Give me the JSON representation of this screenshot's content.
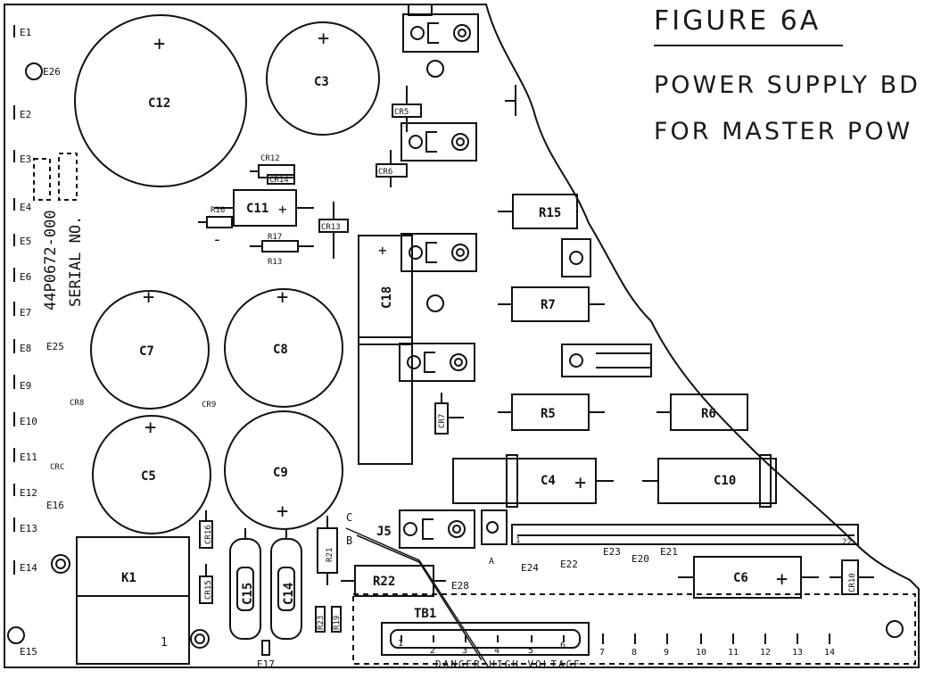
{
  "figure": {
    "title": "FIGURE 6A",
    "subtitle_line1": "POWER SUPPLY BD",
    "subtitle_line2": "FOR MASTER POW"
  },
  "board": {
    "part_number": "44P0672-000",
    "serial_label": "SERIAL NO.",
    "warning": "DANGER HIGH VOLTAGE"
  },
  "edge_terminals": [
    "E1",
    "E2",
    "E3",
    "E4",
    "E5",
    "E6",
    "E7",
    "E8",
    "E9",
    "E10",
    "E11",
    "E12",
    "E13",
    "E14"
  ],
  "terminal_labels": {
    "e15": "E15",
    "e16": "E16",
    "e17": "E17",
    "e21": "E21",
    "e22": "E22",
    "e24": "E24",
    "e25": "E25",
    "e26": "E26",
    "e20": "E20",
    "e23": "E23",
    "e28": "E28"
  },
  "capacitors": {
    "c12": "C12",
    "c3": "C3",
    "c7": "C7",
    "c8": "C8",
    "c5": "C5",
    "c9": "C9",
    "c11": "C11",
    "c18": "C18",
    "c4": "C4",
    "c10": "C10",
    "c6": "C6",
    "c14": "C14",
    "c15": "C15"
  },
  "diodes": {
    "cr12": "CR12",
    "cr14": "CR14",
    "cr5": "CR5",
    "cr6": "CR6",
    "cr13": "CR13",
    "cr8": "CR8",
    "cr9": "CR9",
    "cr7": "CR7",
    "crc": "CRC",
    "cr16": "CR16",
    "cr15": "CR15",
    "cr10": "CR10"
  },
  "resistors": {
    "r15": "R15",
    "r7": "R7",
    "r5": "R5",
    "r6": "R6",
    "r13": "R13",
    "r17": "R17",
    "r16": "R16",
    "r21": "R21",
    "r22": "R22",
    "r23": "R23",
    "r19": "R19"
  },
  "misc": {
    "k1": "K1",
    "k1_pin": "1",
    "j5": "J5",
    "tb1": "TB1",
    "plus": "+",
    "minus": "-",
    "c_label": "C",
    "b_label": "B",
    "a_label": "A",
    "pin_22": "22",
    "pin_1": "1"
  },
  "tb1_pins": [
    "1",
    "2",
    "3",
    "4",
    "5",
    "6"
  ],
  "tb1_ext_pins": [
    "7",
    "8",
    "9",
    "10",
    "11",
    "12",
    "13",
    "14"
  ]
}
